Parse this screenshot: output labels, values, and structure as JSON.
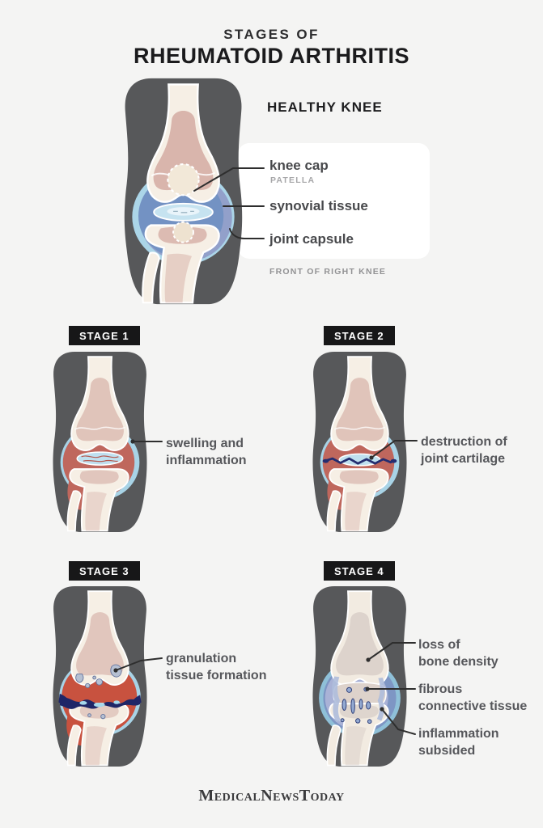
{
  "title": {
    "line1": "STAGES OF",
    "line2": "RHEUMATOID ARTHRITIS"
  },
  "healthy": {
    "heading": "HEALTHY KNEE",
    "callouts": [
      {
        "label": "knee cap",
        "sublabel": "PATELLA"
      },
      {
        "label": "synovial tissue"
      },
      {
        "label": "joint capsule"
      }
    ],
    "caption": "FRONT OF RIGHT KNEE"
  },
  "stages": [
    {
      "badge": "STAGE 1",
      "labels": [
        {
          "lines": [
            "swelling and",
            "inflammation"
          ]
        }
      ]
    },
    {
      "badge": "STAGE 2",
      "labels": [
        {
          "lines": [
            "destruction of",
            "joint cartilage"
          ]
        }
      ]
    },
    {
      "badge": "STAGE 3",
      "labels": [
        {
          "lines": [
            "granulation",
            "tissue formation"
          ]
        }
      ]
    },
    {
      "badge": "STAGE 4",
      "labels": [
        {
          "lines": [
            "loss of",
            "bone density"
          ]
        },
        {
          "lines": [
            "fibrous",
            "connective tissue"
          ]
        },
        {
          "lines": [
            "inflammation",
            "subsided"
          ]
        }
      ]
    }
  ],
  "footer": {
    "logo": "MedicalNewsToday"
  },
  "palette": {
    "background": "#f4f4f3",
    "leg_silhouette": "#57585a",
    "bone": "#f6efe5",
    "bone_shading": "#d9b5ac",
    "healthy_synovium_blue": "#7392c3",
    "joint_capsule_blue": "#abd5e8",
    "cartilage_blue": "#c6e3f0",
    "inflamed_red": "#bf675d",
    "severe_red": "#c8523f",
    "fibrin_navy": "#242d70",
    "stage4_blue": "#7e96c4",
    "stage4_light_blue": "#a9b2d6",
    "badge_bg": "#171718",
    "badge_text": "#ffffff",
    "title_text": "#1b1b1d",
    "label_text": "#56575b",
    "muted_text": "#a7a7a9",
    "card_bg": "#ffffff",
    "callout_line": "#2e2e2e"
  }
}
